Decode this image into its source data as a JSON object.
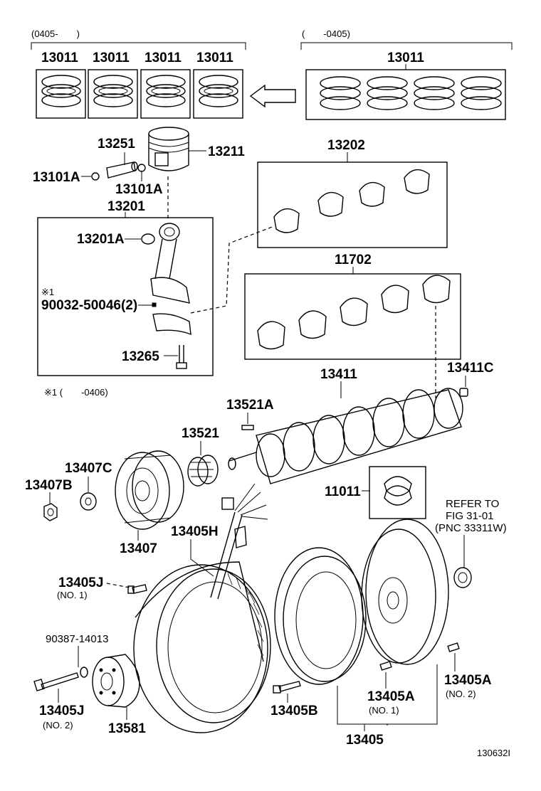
{
  "ranges": {
    "left_rings": "(0405-　　)",
    "right_rings": "(　　-0405)",
    "bolt_note": "※1 (　　-0406)"
  },
  "parts": {
    "ring_set": "13011",
    "piston_pin": "13251",
    "piston": "13211",
    "snap_ring_left": "13101A",
    "snap_ring_right": "13101A",
    "conrod_assy": "13201",
    "conrod_bushing": "13201A",
    "conrod_bolt_mark": "※1",
    "conrod_bolt_num": "90032-50046(2)",
    "conrod_cap_bolt": "13265",
    "conrod_bearing_set": "13202",
    "main_bearing_set": "11702",
    "crankshaft": "13411",
    "pilot_bearing": "13411C",
    "crank_key": "13521A",
    "crank_gear": "13521",
    "pulley_washer": "13407C",
    "pulley_bolt": "13407B",
    "crank_pulley": "13407",
    "thrust_washer": "11011",
    "refer_line1": "REFER TO",
    "refer_line2": "FIG 31-01",
    "refer_line3": "(PNC 33311W)",
    "flywheel_sensor": "13405H",
    "bolt_j1": "13405J",
    "bolt_j1_note": "(NO. 1)",
    "bolt_90387": "90387-14013",
    "bolt_j2": "13405J",
    "bolt_j2_note": "(NO. 2)",
    "oil_filter": "13581",
    "flywheel_bolt": "13405B",
    "pin_a1": "13405A",
    "pin_a1_note": "(NO. 1)",
    "pin_a2": "13405A",
    "pin_a2_note": "(NO. 2)",
    "flywheel": "13405"
  },
  "footer": {
    "drawing_id": "130632I"
  }
}
